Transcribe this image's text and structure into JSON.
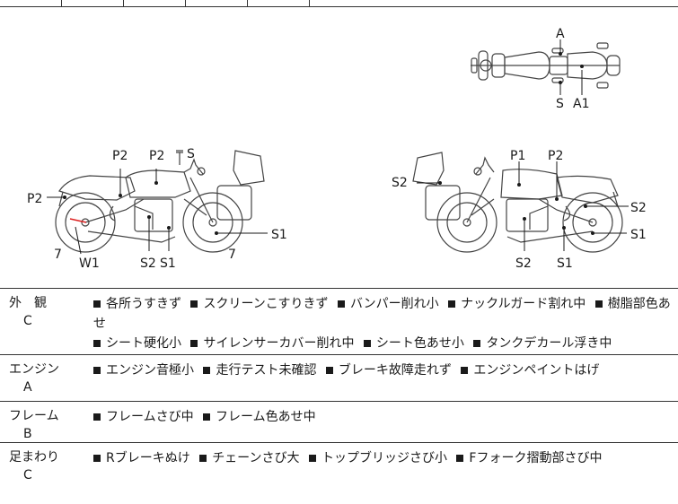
{
  "diagram": {
    "top_view_labels": [
      "A",
      "S",
      "A1"
    ],
    "left_view_labels": [
      "P2",
      "P2",
      "S",
      "P2",
      "7",
      "W1",
      "S2",
      "S1",
      "7",
      "S1"
    ],
    "right_view_labels": [
      "P1",
      "P2",
      "S2",
      "S2",
      "S1",
      "S2",
      "S1"
    ]
  },
  "sections": [
    {
      "name": "外　観",
      "grade": "C",
      "lines": [
        [
          "各所うすきず",
          "スクリーンこすりきず",
          "バンパー削れ小",
          "ナックルガード割れ中",
          "樹脂部色あせ"
        ],
        [
          "シート硬化小",
          "サイレンサーカバー削れ中",
          "シート色あせ小",
          "タンクデカール浮き中"
        ]
      ]
    },
    {
      "name": "エンジン",
      "grade": "A",
      "lines": [
        [
          "エンジン音極小",
          "走行テスト未確認",
          "ブレーキ故障走れず",
          "エンジンペイントはげ"
        ]
      ]
    },
    {
      "name": "フレーム",
      "grade": "B",
      "lines": [
        [
          "フレームさび中",
          "フレーム色あせ中"
        ]
      ]
    },
    {
      "name": "足まわり",
      "grade": "C",
      "lines": [
        [
          "Rブレーキぬけ",
          "チェーンさび大",
          "トップブリッジさび小",
          "Fフォーク摺動部さび中"
        ]
      ]
    }
  ]
}
